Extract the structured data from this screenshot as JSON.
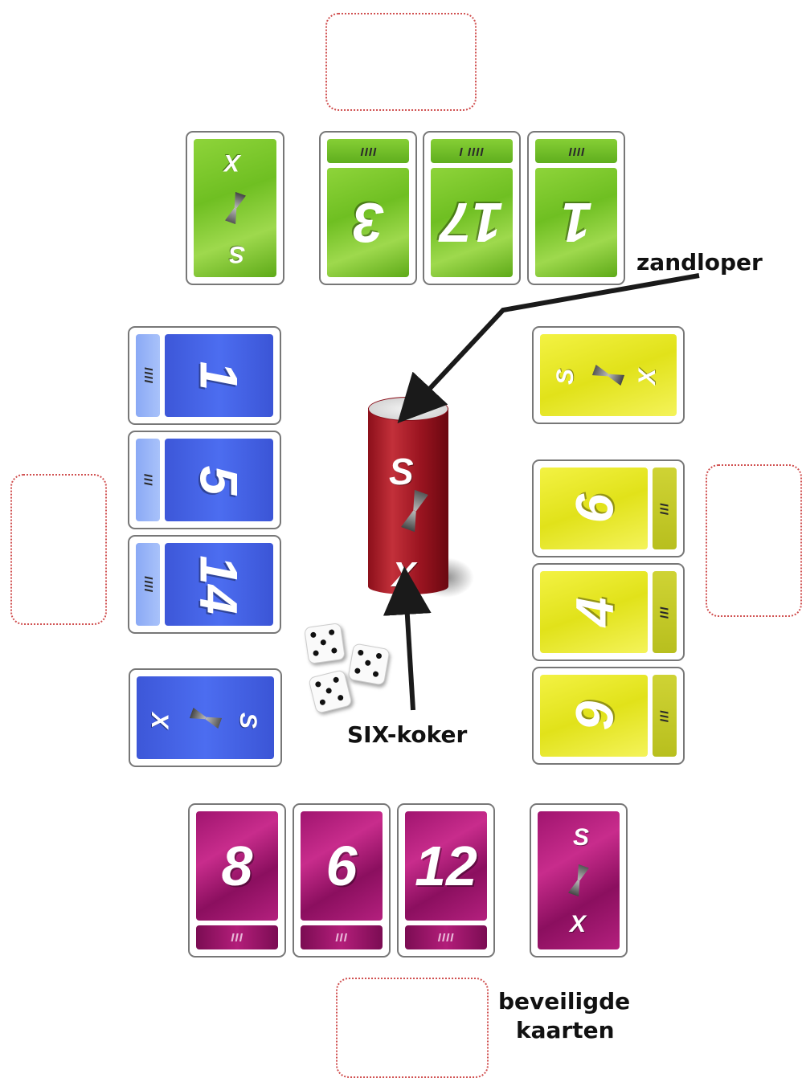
{
  "labels": {
    "hourglass": "zandloper",
    "six_tube": "SIX-koker",
    "secured_cards_1": "beveiligde",
    "secured_cards_2": "kaarten"
  },
  "tube": {
    "top": "S",
    "mid": "I",
    "bottom": "X"
  },
  "players": {
    "green": {
      "color": "#7cc92c",
      "six_card": [
        "S",
        "I",
        "X"
      ],
      "cards": [
        {
          "number": "3",
          "tally": "IIII"
        },
        {
          "number": "17",
          "tally": "IIII I"
        },
        {
          "number": "1",
          "tally": "IIII"
        }
      ]
    },
    "blue": {
      "color": "#4765e6",
      "six_card": [
        "S",
        "I",
        "X"
      ],
      "cards": [
        {
          "number": "1",
          "tally": "IIII"
        },
        {
          "number": "5",
          "tally": "III"
        },
        {
          "number": "14",
          "tally": "IIII"
        }
      ]
    },
    "yellow": {
      "color": "#eaea2a",
      "six_card": [
        "S",
        "I",
        "X"
      ],
      "cards": [
        {
          "number": "6",
          "tally": "III"
        },
        {
          "number": "4",
          "tally": "III"
        },
        {
          "number": "9",
          "tally": "III"
        }
      ]
    },
    "purple": {
      "color": "#b0207a",
      "six_card": [
        "S",
        "I",
        "X"
      ],
      "cards": [
        {
          "number": "8",
          "tally": "III"
        },
        {
          "number": "6",
          "tally": "III"
        },
        {
          "number": "12",
          "tally": "IIII"
        }
      ]
    }
  },
  "dice": [
    5,
    5,
    5
  ]
}
